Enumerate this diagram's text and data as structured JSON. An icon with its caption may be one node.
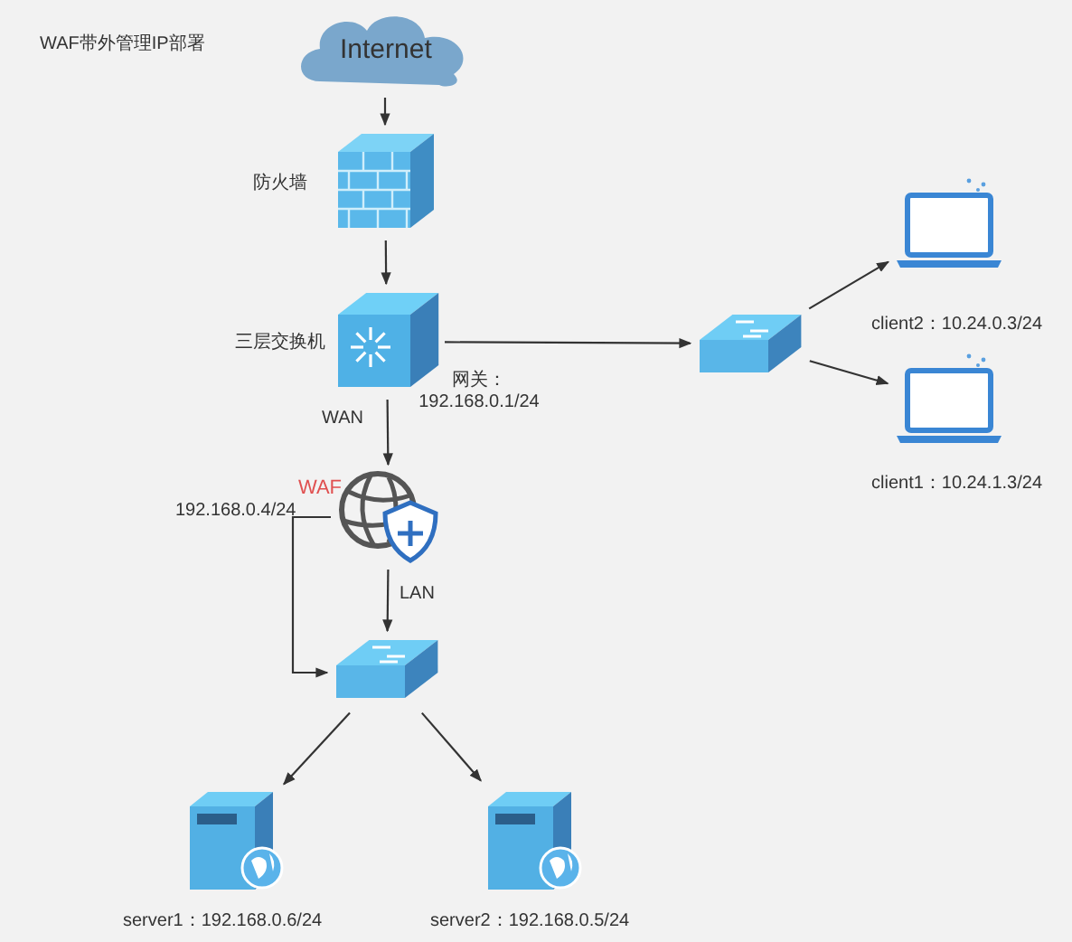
{
  "diagram": {
    "title": "WAF带外管理IP部署",
    "nodes": [
      {
        "text": [
          "Internet"
        ]
      },
      {
        "text": [
          "防火墙"
        ]
      },
      {
        "text": [
          "三层交换机"
        ],
        "beside": [
          "网关：192.168.0.1/24"
        ]
      },
      {
        "text": [],
        "shape": "picture"
      },
      {
        "text": [
          "client2：10.24.0.3/24"
        ]
      },
      {
        "text": [
          "client1：10.24.1.3/24"
        ]
      },
      {
        "text": [
          "WAF"
        ],
        "beside": [
          "192.168.0.4/24"
        ]
      },
      {
        "text": [],
        "shape": "picture"
      },
      {
        "text": [
          "server1：192.168.0.6/24"
        ]
      },
      {
        "text": [
          "server2：192.168.0.5/24"
        ]
      }
    ],
    "edges": [
      {
        "from": 0,
        "to": 1,
        "arrow": "to"
      },
      {
        "from": 1,
        "to": 2,
        "arrow": "to"
      },
      {
        "from": 2,
        "to": 6,
        "arrow": "to",
        "label": "WAN"
      },
      {
        "from": 2,
        "to": 3,
        "arrow": "to"
      },
      {
        "from": 3,
        "to": 4,
        "arrow": "to"
      },
      {
        "from": 3,
        "to": 5,
        "arrow": "to"
      },
      {
        "from": 6,
        "to": 7,
        "arrow": "to",
        "label": "LAN"
      },
      {
        "from": 6,
        "to": 7,
        "arrow": "to"
      },
      {
        "from": 7,
        "to": 8,
        "arrow": "to"
      },
      {
        "from": 7,
        "to": 9,
        "arrow": "to"
      }
    ]
  }
}
